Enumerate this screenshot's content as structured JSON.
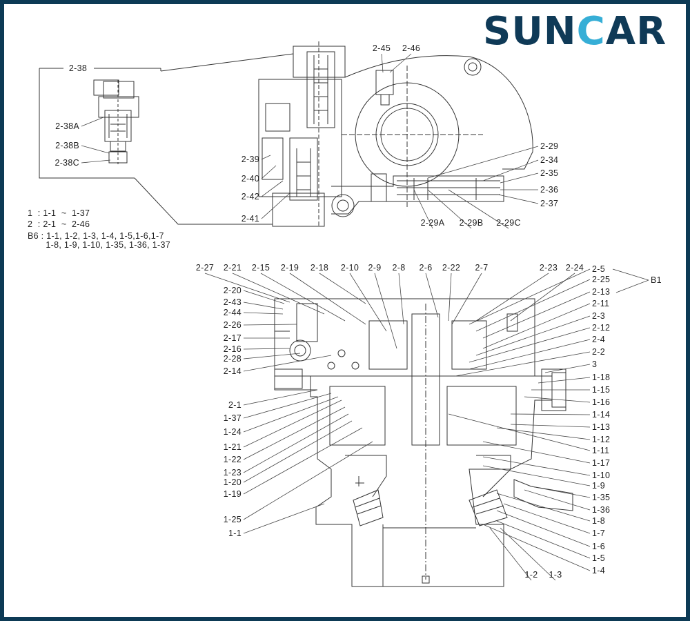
{
  "logo": {
    "part1": "SUN",
    "part2": "C",
    "part3": "AR",
    "colors": {
      "dark": "#0f3a57",
      "light": "#36aed6"
    }
  },
  "frame_color": "#0d3a55",
  "legend": [
    "1  : 1-1  ~  1-37",
    "2  : 2-1  ~  2-46",
    "B6 : 1-1, 1-2, 1-3, 1-4, 1-5,1-6,1-7",
    "       1-8, 1-9, 1-10, 1-35, 1-36, 1-37"
  ],
  "upper_labels": {
    "inset": [
      "2-38",
      "2-38A",
      "2-38B",
      "2-38C"
    ],
    "top": [
      "2-45",
      "2-46"
    ],
    "left": [
      "2-39",
      "2-40",
      "2-42",
      "2-41"
    ],
    "right": [
      "2-29",
      "2-34",
      "2-35",
      "2-36",
      "2-37"
    ],
    "bottom": [
      "2-29A",
      "2-29B",
      "2-29C"
    ]
  },
  "lower_labels": {
    "top": [
      "2-27",
      "2-21",
      "2-15",
      "2-19",
      "2-18",
      "2-10",
      "2-9",
      "2-8",
      "2-6",
      "2-22",
      "2-7",
      "2-23",
      "2-24"
    ],
    "left": [
      "2-20",
      "2-43",
      "2-44",
      "2-26",
      "2-17",
      "2-16",
      "2-28",
      "2-14",
      "2-1",
      "1-37",
      "1-24",
      "1-21",
      "1-22",
      "1-23",
      "1-20",
      "1-19",
      "1-25",
      "1-1"
    ],
    "right": [
      "2-5",
      "2-25",
      "2-13",
      "2-11",
      "2-3",
      "2-12",
      "2-4",
      "2-2",
      "3",
      "1-18",
      "1-15",
      "1-16",
      "1-14",
      "1-13",
      "1-12",
      "1-11",
      "1-17",
      "1-10",
      "1-9",
      "1-35",
      "1-36",
      "1-8",
      "1-7",
      "1-6",
      "1-5",
      "1-4"
    ],
    "bottom": [
      "1-2",
      "1-3"
    ],
    "group": "B1"
  }
}
